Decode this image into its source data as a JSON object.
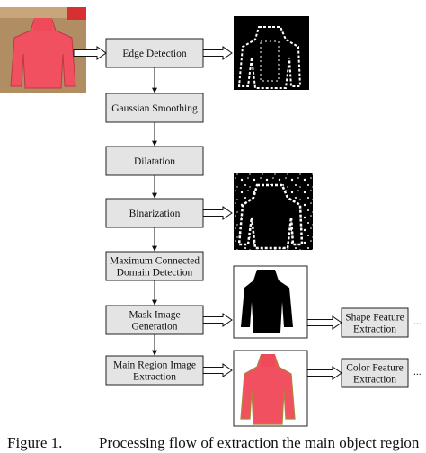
{
  "steps": [
    {
      "label_lines": [
        "Edge Detection"
      ]
    },
    {
      "label_lines": [
        "Gaussian Smoothing"
      ]
    },
    {
      "label_lines": [
        "Dilatation"
      ]
    },
    {
      "label_lines": [
        "Binarization"
      ]
    },
    {
      "label_lines": [
        "Maximum Connected",
        "Domain Detection"
      ]
    },
    {
      "label_lines": [
        "Mask Image",
        "Generation"
      ]
    },
    {
      "label_lines": [
        "Main Region Image",
        "Extraction"
      ]
    }
  ],
  "features": [
    {
      "label_lines": [
        "Shape Feature",
        "Extraction"
      ]
    },
    {
      "label_lines": [
        "Color Feature",
        "Extraction"
      ]
    }
  ],
  "continuation": "...",
  "colors": {
    "garment": "#f0505f",
    "box_fill": "#e4e4e4",
    "box_stroke": "#222222",
    "photo_bg": "#b08d63"
  },
  "caption": {
    "number": "Figure 1.",
    "text": "Processing flow of extraction the main object region"
  }
}
